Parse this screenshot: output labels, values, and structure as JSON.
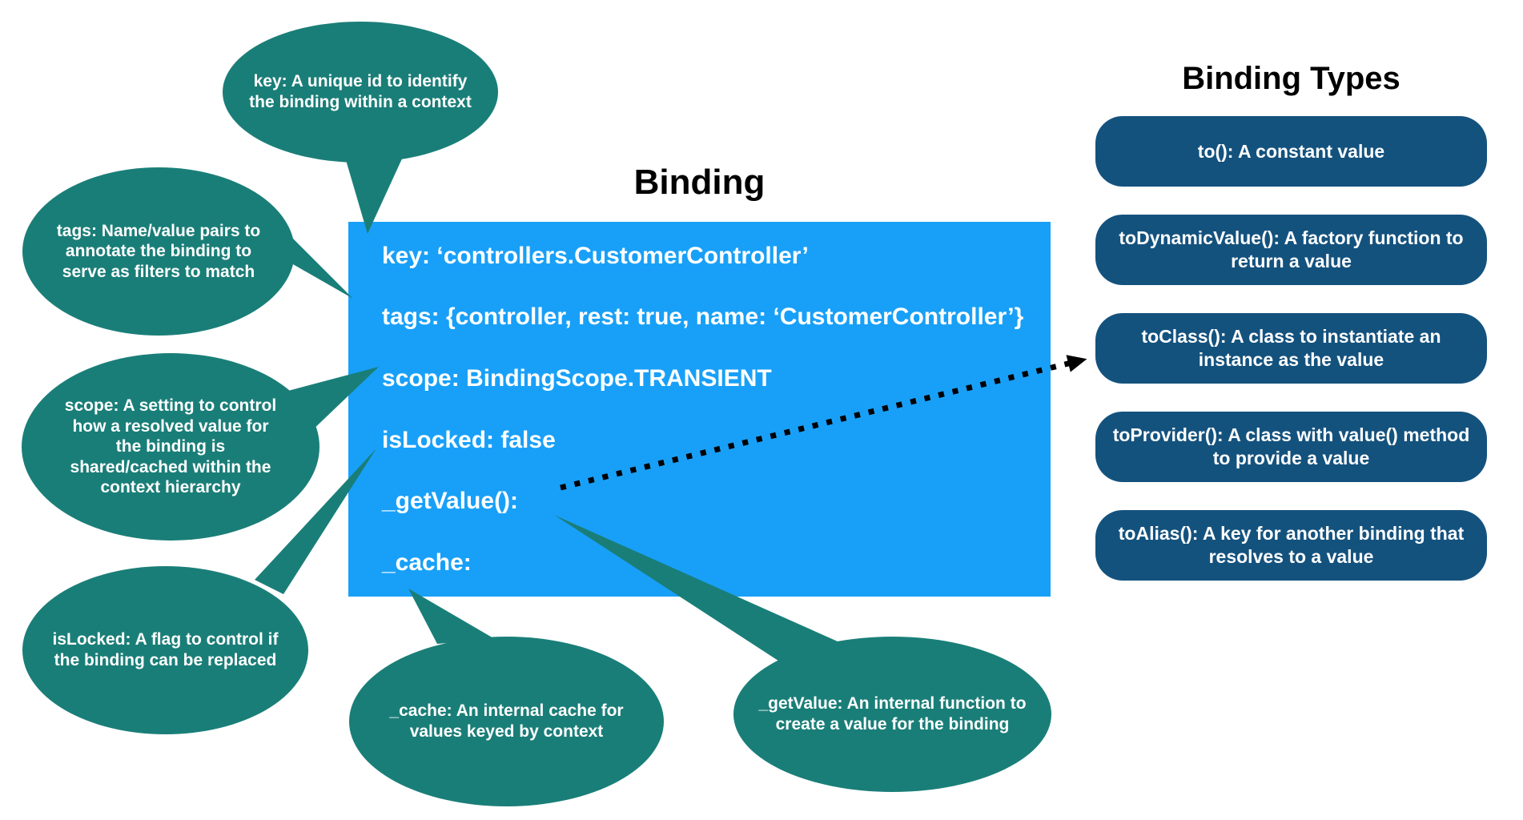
{
  "colors": {
    "callout_teal": "#1A7E78",
    "binding_box_blue": "#18A0F8",
    "type_box_navy": "#14527E",
    "title_black": "#000000",
    "arrow_black": "#000000",
    "text_white": "#FFFFFF"
  },
  "binding": {
    "title": "Binding",
    "lines": [
      "key: ‘controllers.CustomerController’",
      "tags: {controller, rest: true, name: ‘CustomerController’}",
      "scope: BindingScope.TRANSIENT",
      "isLocked: false",
      "_getValue():",
      "_cache:"
    ]
  },
  "callouts": [
    {
      "id": "key",
      "text": "key: A unique id to identify the binding within a context"
    },
    {
      "id": "tags",
      "text": "tags: Name/value pairs to annotate the binding to serve as filters to match"
    },
    {
      "id": "scope",
      "text": "scope: A setting to control how a resolved value for the binding is shared/cached within the context hierarchy"
    },
    {
      "id": "isLocked",
      "text": "isLocked: A flag to control if the binding can be replaced"
    },
    {
      "id": "_cache",
      "text": "_cache: An internal cache for values keyed by context"
    },
    {
      "id": "_getValue",
      "text": "_getValue: An internal function to create a value for the binding"
    }
  ],
  "binding_types": {
    "title": "Binding Types",
    "items": [
      {
        "label": "to(): A constant value"
      },
      {
        "label": "toDynamicValue(): A factory function to return a value"
      },
      {
        "label": "toClass(): A class to instantiate an instance as the value"
      },
      {
        "label": "toProvider(): A class with value() method to provide a value"
      },
      {
        "label": "toAlias(): A key for another binding that resolves to a value"
      }
    ]
  },
  "arrow": {
    "from": "_getValue()",
    "to": "toClass()",
    "style": "dotted"
  }
}
